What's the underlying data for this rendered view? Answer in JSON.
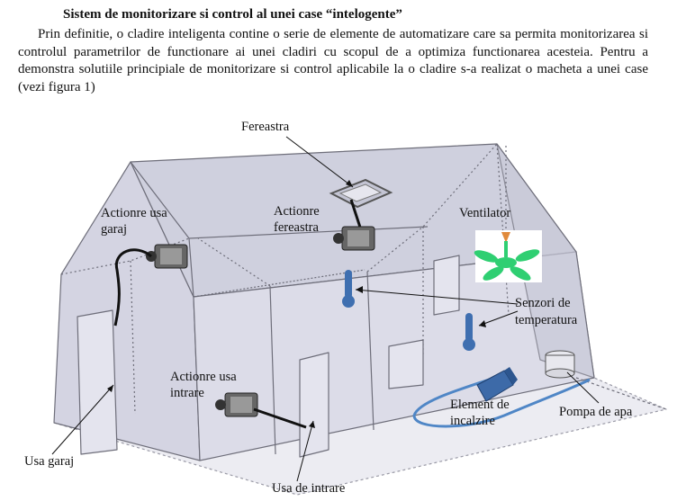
{
  "document": {
    "heading": "Sistem de monitorizare si control al unei case “intelogente”",
    "paragraph": "Prin definitie, o cladire inteligenta contine o serie de elemente de automatizare care sa permita monitorizarea si controlul parametrilor de functionare ai unei cladiri cu scopul de a optimiza functionarea acesteia. Pentru a demonstra solutiile principiale de monitorizare si control aplicabile la o cladire s-a realizat o macheta a unei case (vezi figura 1)"
  },
  "figure": {
    "labels": {
      "fereastra": "Fereastra",
      "actionare_garaj_1": "Actionre usa",
      "actionare_garaj_2": "garaj",
      "actionare_fereastra_1": "Actionre",
      "actionare_fereastra_2": "fereastra",
      "ventilator": "Ventilator",
      "senzori_1": "Senzori de",
      "senzori_2": "temperatura",
      "actionare_intrare_1": "Actionre usa",
      "actionare_intrare_2": "intrare",
      "element_incalzire_1": "Element de",
      "element_incalzire_2": "incalzire",
      "pompa": "Pompa de apa",
      "usa_garaj": "Usa garaj",
      "usa_intrare": "Usa de intrare"
    },
    "colors": {
      "wall_fill": "#dcdce8",
      "roof_fill": "#cfd0de",
      "edge": "#6e6e7a",
      "sensor_blue": "#3f6fb0",
      "heater_blue": "#3d6aa8",
      "hose_blue": "#4f86c6",
      "fan_green": "#2fcf72",
      "fan_orange": "#e08a3c"
    },
    "icons": [
      "motor-icon",
      "thermometer-icon",
      "fan-icon",
      "heater-icon",
      "pump-icon",
      "window-icon"
    ]
  }
}
